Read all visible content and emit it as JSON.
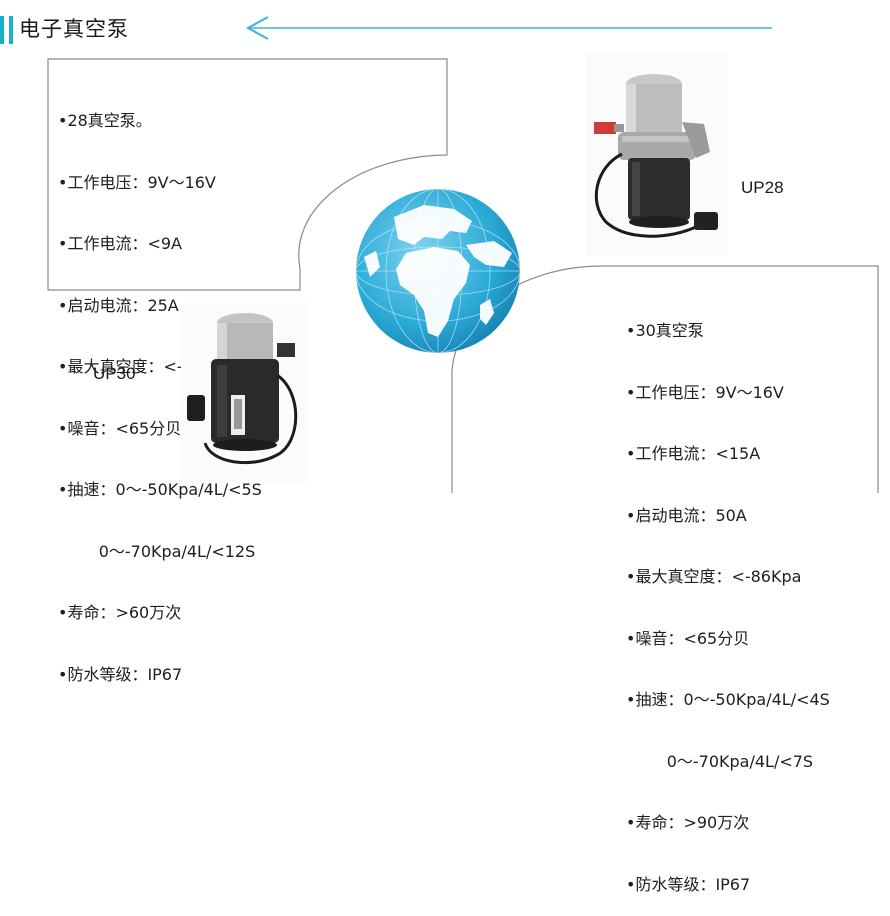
{
  "header": {
    "title": "电子真空泵",
    "accent_color": "#1ab0c9",
    "back_icon": "left-arrow-icon"
  },
  "left_spec": {
    "lines": [
      "•28真空泵。",
      "•工作电压：9V～16V",
      "•工作电流：<9A",
      "•启动电流：25A",
      "•最大真空度：<-86Kpa",
      "•噪音：<65分贝",
      "•抽速：0～-50Kpa/4L/<5S",
      "        0～-70Kpa/4L/<12S",
      "•寿命：>60万次",
      "•防水等级：IP67"
    ]
  },
  "right_spec": {
    "lines": [
      "•30真空泵",
      "•工作电压：9V～16V",
      "•工作电流：<15A",
      "•启动电流：50A",
      "•最大真空度：<-86Kpa",
      "•噪音：<65分贝",
      "•抽速：0～-50Kpa/4L/<4S",
      "        0～-70Kpa/4L/<7S",
      "•寿命：>90万次",
      "•防水等级：IP67"
    ]
  },
  "products": {
    "up28_label": "UP28",
    "up30_label": "UP30"
  },
  "globe": {
    "icon": "globe-icon",
    "ocean_color": "#29a9d6",
    "land_color": "#ffffff"
  }
}
